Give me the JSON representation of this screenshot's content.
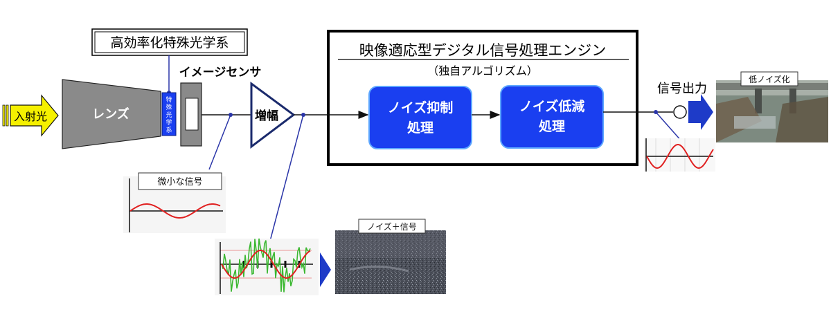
{
  "input": {
    "label": "入射光"
  },
  "lens": {
    "label": "レンズ"
  },
  "optics": {
    "title": "高効率化特殊光学系",
    "vertical_label": [
      "特",
      "殊",
      "光",
      "学",
      "系"
    ]
  },
  "sensor": {
    "label": "イメージセンサ"
  },
  "amp": {
    "label": "増幅"
  },
  "weak_signal": {
    "caption": "微小な信号"
  },
  "noisy": {
    "caption": "ノイズ＋信号"
  },
  "engine": {
    "title": "映像適応型デジタル信号処理エンジン",
    "subtitle": "（独自アルゴリズム）",
    "block1": [
      "ノイズ抑制",
      "処理"
    ],
    "block2": [
      "ノイズ低減",
      "処理"
    ]
  },
  "output": {
    "label": "信号出力",
    "photo_caption": "低ノイズ化"
  },
  "colors": {
    "engine_block": "#1a3ff0",
    "engine_block_border": "#5ea8ff",
    "marker": "#2a35a8",
    "arrow_yellow": "#f5f000",
    "lens_gray": "#8a8a8a",
    "sine_red": "#e02020",
    "noise_green": "#3cb832",
    "output_arrow": "#1e3bc8"
  }
}
